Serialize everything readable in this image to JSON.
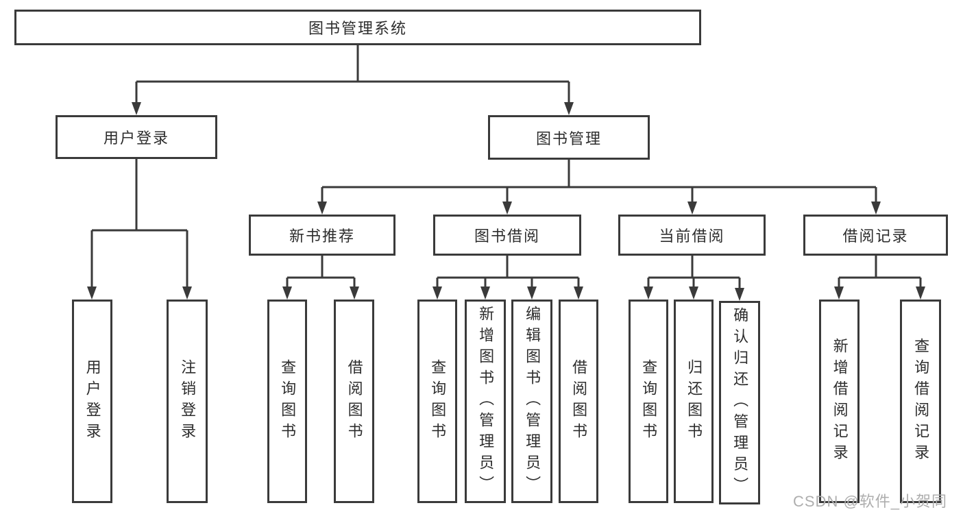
{
  "diagram": {
    "root": {
      "label": "图书管理系统"
    },
    "level2": [
      {
        "id": "user-login",
        "label": "用户登录"
      },
      {
        "id": "book-management",
        "label": "图书管理"
      }
    ],
    "level3": [
      {
        "id": "new-book-recommend",
        "parent": "图书管理",
        "label": "新书推荐"
      },
      {
        "id": "book-borrow",
        "parent": "图书管理",
        "label": "图书借阅"
      },
      {
        "id": "current-borrow",
        "parent": "图书管理",
        "label": "当前借阅"
      },
      {
        "id": "borrow-records",
        "parent": "图书管理",
        "label": "借阅记录"
      }
    ],
    "leaves": [
      {
        "parent": "用户登录",
        "label": "用户登录"
      },
      {
        "parent": "用户登录",
        "label": "注销登录"
      },
      {
        "parent": "新书推荐",
        "label": "查询图书"
      },
      {
        "parent": "新书推荐",
        "label": "借阅图书"
      },
      {
        "parent": "图书借阅",
        "label": "查询图书"
      },
      {
        "parent": "图书借阅",
        "label": "新增图书（管理员）"
      },
      {
        "parent": "图书借阅",
        "label": "编辑图书（管理员）"
      },
      {
        "parent": "图书借阅",
        "label": "借阅图书"
      },
      {
        "parent": "当前借阅",
        "label": "查询图书"
      },
      {
        "parent": "当前借阅",
        "label": "归还图书"
      },
      {
        "parent": "当前借阅",
        "label": "确认归还（管理员）"
      },
      {
        "parent": "借阅记录",
        "label": "新增借阅记录"
      },
      {
        "parent": "借阅记录",
        "label": "查询借阅记录"
      }
    ],
    "watermark": "CSDN @软件_小贺同学",
    "colors": {
      "line": "#3a3a3a",
      "text": "#2d2d2d",
      "watermark": "#aeaeae",
      "background": "#ffffff"
    }
  }
}
